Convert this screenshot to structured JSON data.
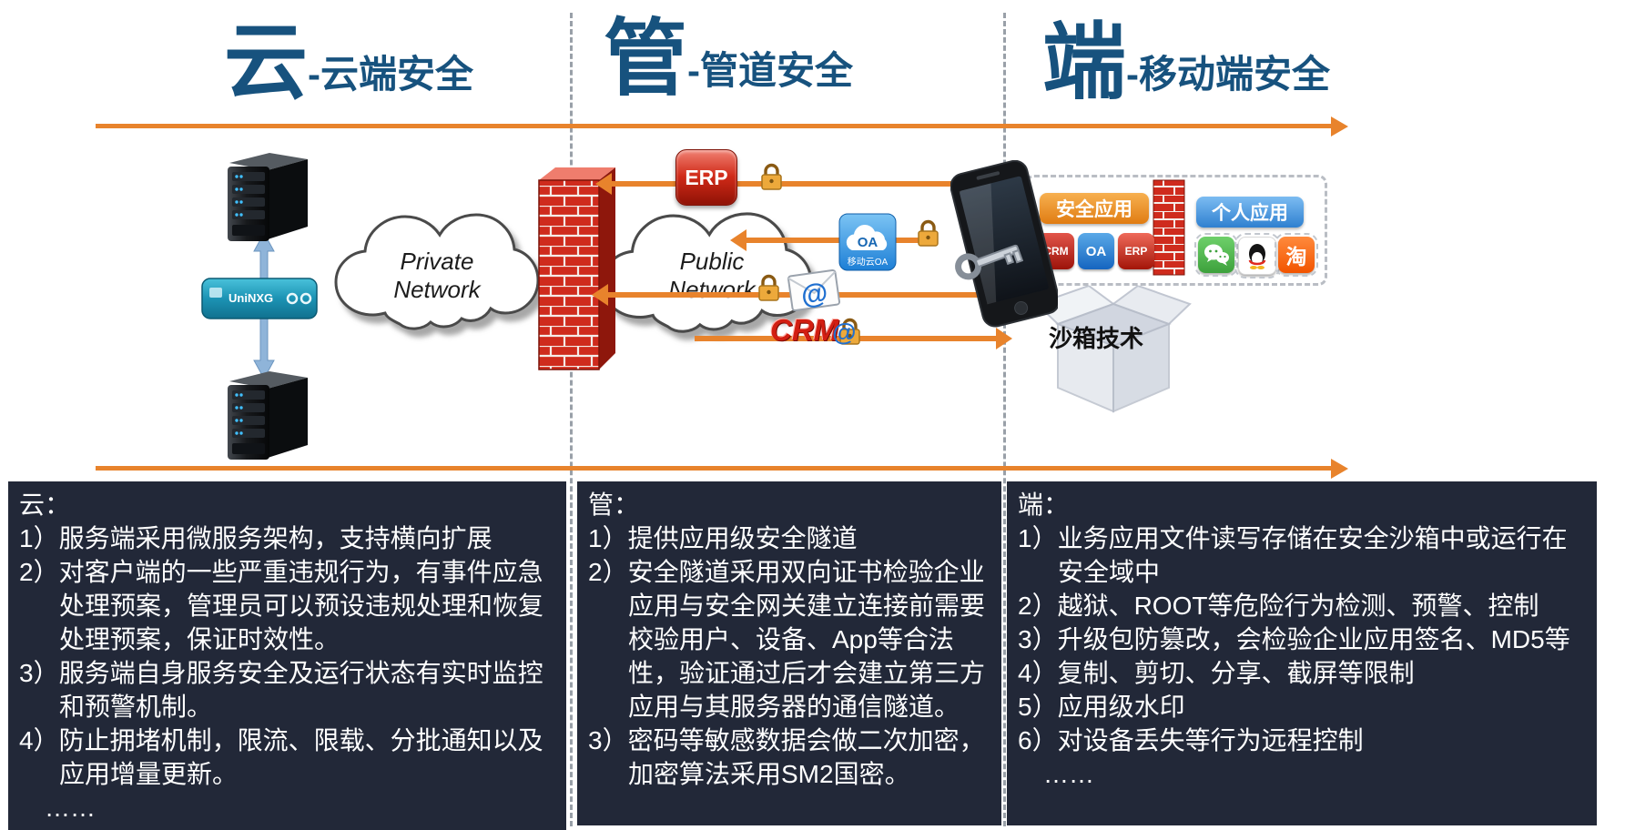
{
  "columns": [
    {
      "big": "云",
      "subtitle": "-云端安全"
    },
    {
      "big": "管",
      "subtitle": "-管道安全"
    },
    {
      "big": "端",
      "subtitle": "-移动端安全"
    }
  ],
  "diagram": {
    "private_cloud_label": "Private Network",
    "public_cloud_label": "Public Network",
    "switch_label": "UniNXG",
    "erp_label": "ERP",
    "oa_label": "OA",
    "oa_caption": "移动云OA",
    "crm_label": "CRM",
    "at_symbol": "@",
    "security_apps_label": "安全应用",
    "personal_apps_label": "个人应用",
    "sandbox_label": "沙箱技术",
    "taobao_char": "淘",
    "small_icons": {
      "crm": "CRM",
      "oa": "OA",
      "erp": "ERP"
    }
  },
  "panels": [
    {
      "title": "云：",
      "items": [
        "1）服务端采用微服务架构，支持横向扩展",
        "2）对客户端的一些严重违规行为，有事件应急处理预案，管理员可以预设违规处理和恢复处理预案，保证时效性。",
        "3）服务端自身服务安全及运行状态有实时监控和预警机制。",
        "4）防止拥堵机制，限流、限载、分批通知以及应用增量更新。",
        "……"
      ]
    },
    {
      "title": "管：",
      "items": [
        "1）提供应用级安全隧道",
        "2）安全隧道采用双向证书检验企业应用与安全网关建立连接前需要校验用户、设备、App等合法性，验证通过后才会建立第三方应用与其服务器的通信隧道。",
        "3）密码等敏感数据会做二次加密，加密算法采用SM2国密。"
      ]
    },
    {
      "title": "端：",
      "items": [
        "1）业务应用文件读写存储在安全沙箱中或运行在安全域中",
        "2）越狱、ROOT等危险行为检测、预警、控制",
        "3）升级包防篡改，会检验企业应用签名、MD5等",
        "4）复制、剪切、分享、截屏等限制",
        "5）应用级水印",
        "6）对设备丢失等行为远程控制",
        "……"
      ]
    }
  ],
  "colors": {
    "header_blue": "#17527E",
    "accent_orange": "#E8832C",
    "panel_bg": "#222838",
    "firewall_red": "#CF2B1D",
    "security_header_orange": "#E07C12",
    "personal_header_blue": "#2F80D0"
  }
}
